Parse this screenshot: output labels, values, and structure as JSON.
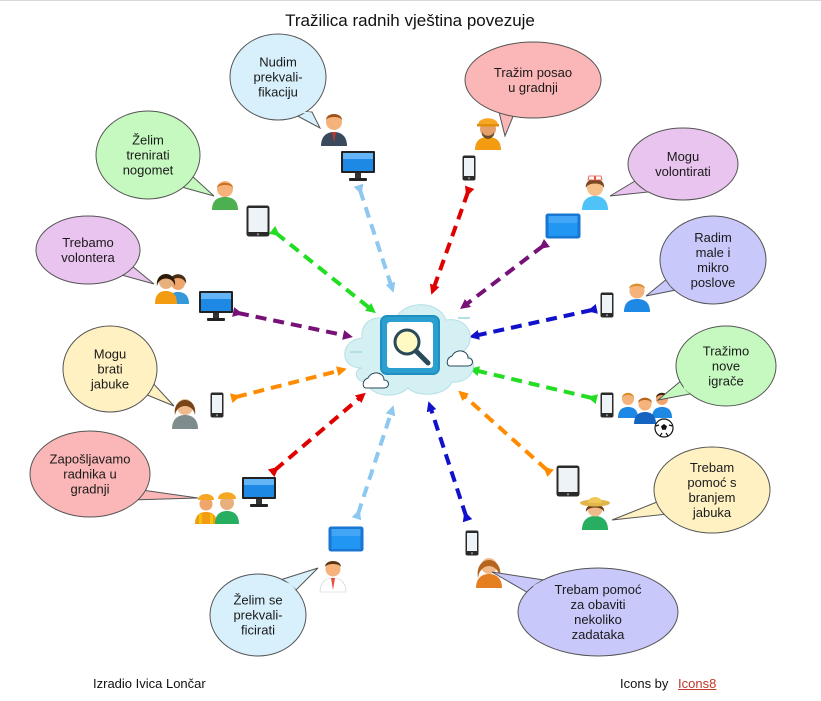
{
  "title": "Tražilica radnih vještina povezuje",
  "footer": {
    "author": "Izradio Ivica Lončar",
    "icons_prefix": "Icons by",
    "icons_link": "Icons8"
  },
  "colors": {
    "red": "#e00000",
    "green": "#22dd22",
    "purple": "#771177",
    "blue": "#1111cc",
    "orange": "#ff8c00",
    "lightblue": "#8cc8f0",
    "bubble_red": "#fbb7b7",
    "bubble_green": "#c6f9c0",
    "bubble_purple": "#e8c4ee",
    "bubble_blue": "#c8c8fb",
    "bubble_orange": "#fff1c2",
    "bubble_lightblue": "#d7f0fb",
    "cloud": "#d4f0f3",
    "magnifier_frame": "#1f8fc0"
  },
  "bubbles": [
    {
      "id": "nudim",
      "lines": [
        "Nudim",
        "prekvali-",
        "fikaciju"
      ],
      "fill": "bubble_lightblue"
    },
    {
      "id": "trazim-posao",
      "lines": [
        "Tražim posao",
        "u gradnji"
      ],
      "fill": "bubble_red"
    },
    {
      "id": "zelim-trenirati",
      "lines": [
        "Želim",
        "trenirati",
        "nogomet"
      ],
      "fill": "bubble_green"
    },
    {
      "id": "mogu-volontirati",
      "lines": [
        "Mogu",
        "volontirati"
      ],
      "fill": "bubble_purple"
    },
    {
      "id": "trebamo-volontera",
      "lines": [
        "Trebamo",
        "volontera"
      ],
      "fill": "bubble_purple"
    },
    {
      "id": "radim-male",
      "lines": [
        "Radim",
        "male i",
        "mikro",
        "poslove"
      ],
      "fill": "bubble_blue"
    },
    {
      "id": "mogu-brati",
      "lines": [
        "Mogu",
        "brati",
        "jabuke"
      ],
      "fill": "bubble_orange"
    },
    {
      "id": "trazimo-igrace",
      "lines": [
        "Tražimo",
        "nove",
        "igrače"
      ],
      "fill": "bubble_green"
    },
    {
      "id": "zaposljavamo",
      "lines": [
        "Zapošljavamo",
        "radnika u",
        "gradnji"
      ],
      "fill": "bubble_red"
    },
    {
      "id": "trebam-pomoc-jabuke",
      "lines": [
        "Trebam",
        "pomoć s",
        "branjem",
        "jabuka"
      ],
      "fill": "bubble_orange"
    },
    {
      "id": "zelim-prekvalificirati",
      "lines": [
        "Želim se",
        "prekvali-",
        "ficirati"
      ],
      "fill": "bubble_lightblue"
    },
    {
      "id": "trebam-pomoc-zadatci",
      "lines": [
        "Trebam pomoć",
        "za obaviti",
        "nekoliko",
        "zadataka"
      ],
      "fill": "bubble_blue"
    }
  ],
  "icons": [
    {
      "id": "businessman-top",
      "name": "businessman-icon"
    },
    {
      "id": "monitor-top",
      "name": "monitor-icon"
    },
    {
      "id": "worker-top",
      "name": "construction-worker-icon"
    },
    {
      "id": "phone-top",
      "name": "smartphone-icon"
    },
    {
      "id": "athlete",
      "name": "athlete-icon"
    },
    {
      "id": "tablet-tl",
      "name": "tablet-icon"
    },
    {
      "id": "nurse",
      "name": "nurse-icon"
    },
    {
      "id": "tablet-tr",
      "name": "tablet-icon"
    },
    {
      "id": "group-women",
      "name": "volunteers-group-icon"
    },
    {
      "id": "monitor-left",
      "name": "monitor-icon"
    },
    {
      "id": "phone-right",
      "name": "smartphone-icon"
    },
    {
      "id": "man-right",
      "name": "worker-man-icon"
    },
    {
      "id": "woman-left",
      "name": "woman-icon"
    },
    {
      "id": "phone-left",
      "name": "smartphone-icon"
    },
    {
      "id": "phone-team",
      "name": "smartphone-icon"
    },
    {
      "id": "team",
      "name": "football-team-icon"
    },
    {
      "id": "workers-group",
      "name": "construction-workers-group-icon"
    },
    {
      "id": "monitor-bl",
      "name": "monitor-icon"
    },
    {
      "id": "tablet-br",
      "name": "tablet-icon"
    },
    {
      "id": "farmer",
      "name": "farmer-icon"
    },
    {
      "id": "tablet-bottom",
      "name": "tablet-icon"
    },
    {
      "id": "manager-bottom",
      "name": "manager-icon"
    },
    {
      "id": "phone-bottom",
      "name": "smartphone-icon"
    },
    {
      "id": "woman-bottom",
      "name": "woman-icon"
    },
    {
      "id": "hub",
      "name": "search-cloud-icon"
    }
  ]
}
